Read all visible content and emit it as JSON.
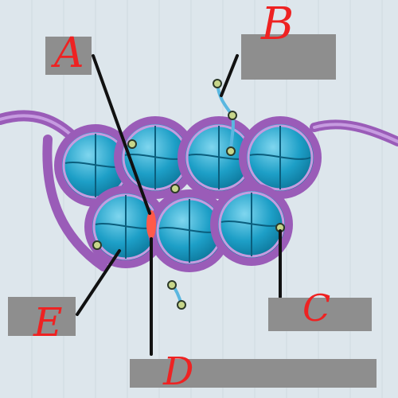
{
  "labels": {
    "a": "A",
    "b": "B",
    "c": "C",
    "d": "D",
    "e": "E"
  },
  "colors": {
    "background": "#dde6ec",
    "dna": "#9a5cb8",
    "histone": "#1d9fc7",
    "label_box": "#8e8e8e",
    "letters": "#ee2222",
    "linker_tag": "#c7d68a",
    "leader_line": "#111111"
  }
}
